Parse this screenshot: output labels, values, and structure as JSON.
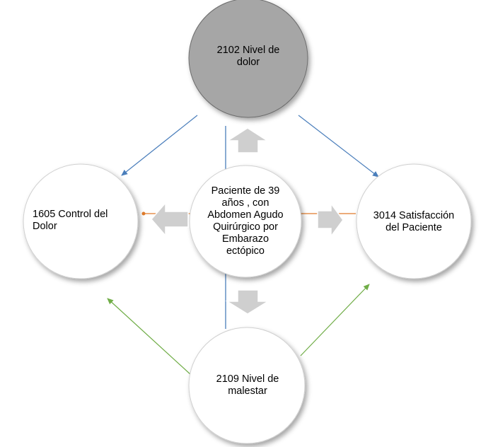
{
  "nodes": {
    "top": {
      "text": "2102 Nivel de dolor"
    },
    "left": {
      "text": "1605 Control del Dolor"
    },
    "center": {
      "text": "Paciente de  39 años , con Abdomen Agudo Quirúrgico por Embarazo ectópico"
    },
    "right": {
      "text": "3014 Satisfacción del Paciente"
    },
    "bottom": {
      "text": "2109 Nivel de malestar"
    }
  },
  "colors": {
    "top_fill": "#a6a6a6",
    "circle_fill": "#ffffff",
    "arrow_fill": "#cfcfcf",
    "blue_line": "#4a7ebb",
    "orange_line": "#e07b2a",
    "green_line": "#70ad47"
  }
}
